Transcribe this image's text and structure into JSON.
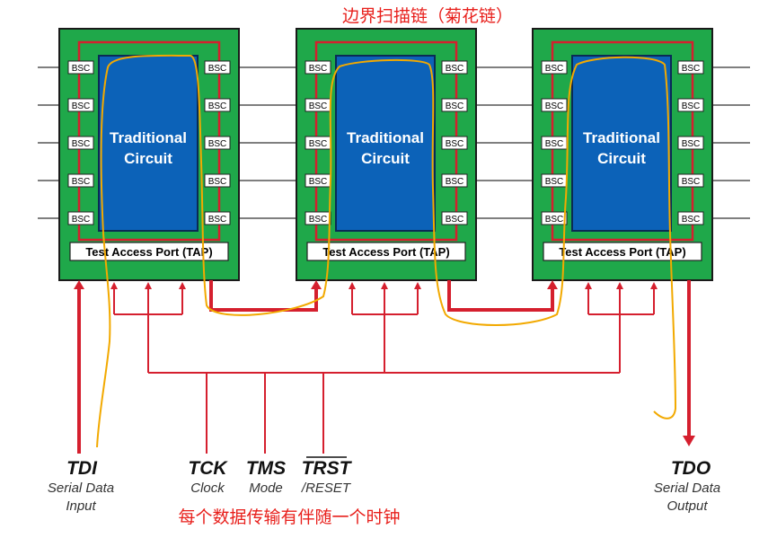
{
  "title": "边界扫描链（菊花链）",
  "footnote": "每个数据传输有伴随一个时钟",
  "colors": {
    "board": "#1fa84a",
    "core": "#0c62b8",
    "signal": "#d51f2e",
    "chain_overlay": "#f2a900",
    "title_text": "#e8201c"
  },
  "chips": [
    {
      "core_label": [
        "Traditional",
        "Circuit"
      ],
      "tap_label": "Test Access Port (TAP)",
      "cell_label": "BSC"
    },
    {
      "core_label": [
        "Traditional",
        "Circuit"
      ],
      "tap_label": "Test Access Port (TAP)",
      "cell_label": "BSC"
    },
    {
      "core_label": [
        "Traditional",
        "Circuit"
      ],
      "tap_label": "Test Access Port (TAP)",
      "cell_label": "BSC"
    }
  ],
  "signals": {
    "tdi": {
      "name": "TDI",
      "desc": [
        "Serial Data",
        "Input"
      ]
    },
    "tck": {
      "name": "TCK",
      "desc": [
        "Clock"
      ]
    },
    "tms": {
      "name": "TMS",
      "desc": [
        "Mode"
      ]
    },
    "trst": {
      "name": "TRST",
      "desc": [
        "/RESET"
      ]
    },
    "tdo": {
      "name": "TDO",
      "desc": [
        "Serial Data",
        "Output"
      ]
    }
  }
}
